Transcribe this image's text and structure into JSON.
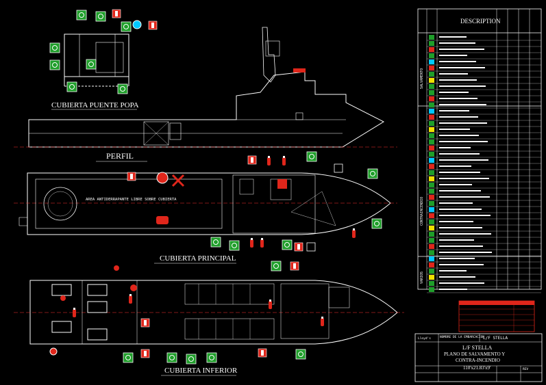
{
  "deck_titles": {
    "bridge": "CUBIERTA PUENTE POPA",
    "profile": "PERFIL",
    "main": "CUBIERTA PRINCIPAL",
    "lower": "CUBIERTA INFERIOR"
  },
  "main_deck_note": "AREA ANTIDERRAPANTE LIBRE SOBRE CUBIERTA",
  "legend": {
    "header": "DESCRIPTION",
    "section_labels": [
      "SALVAMENTO",
      "CONTRAINCENDIO",
      "VARIOS"
    ]
  },
  "title_block": {
    "vessel_name_label": "NOMBRE DE LA EMBARCACION",
    "vessel_name": "L/F STELLA",
    "vessel_big": "L/F STELLA",
    "drawing_title_1": "PLANO DE SALVAMENTO Y",
    "drawing_title_2": "CONTRA-INCENDIO",
    "dimensions": "110'x21.83'x9'",
    "scale_label": "Lloyd's",
    "rev_label": "REV"
  },
  "colors": {
    "background": "#000000",
    "hull_line": "#ffffff",
    "centerline": "#ff3030",
    "symbol_green": "#1f9e2a",
    "symbol_red": "#e0261b",
    "symbol_cyan": "#00c8ff",
    "symbol_yellow": "#f0e000"
  },
  "icons": {
    "lifebuoy": "lifebuoy-icon",
    "extinguisher": "extinguisher-icon",
    "first_aid": "first-aid-icon",
    "muster": "muster-station-icon",
    "liferaft": "liferaft-icon"
  }
}
